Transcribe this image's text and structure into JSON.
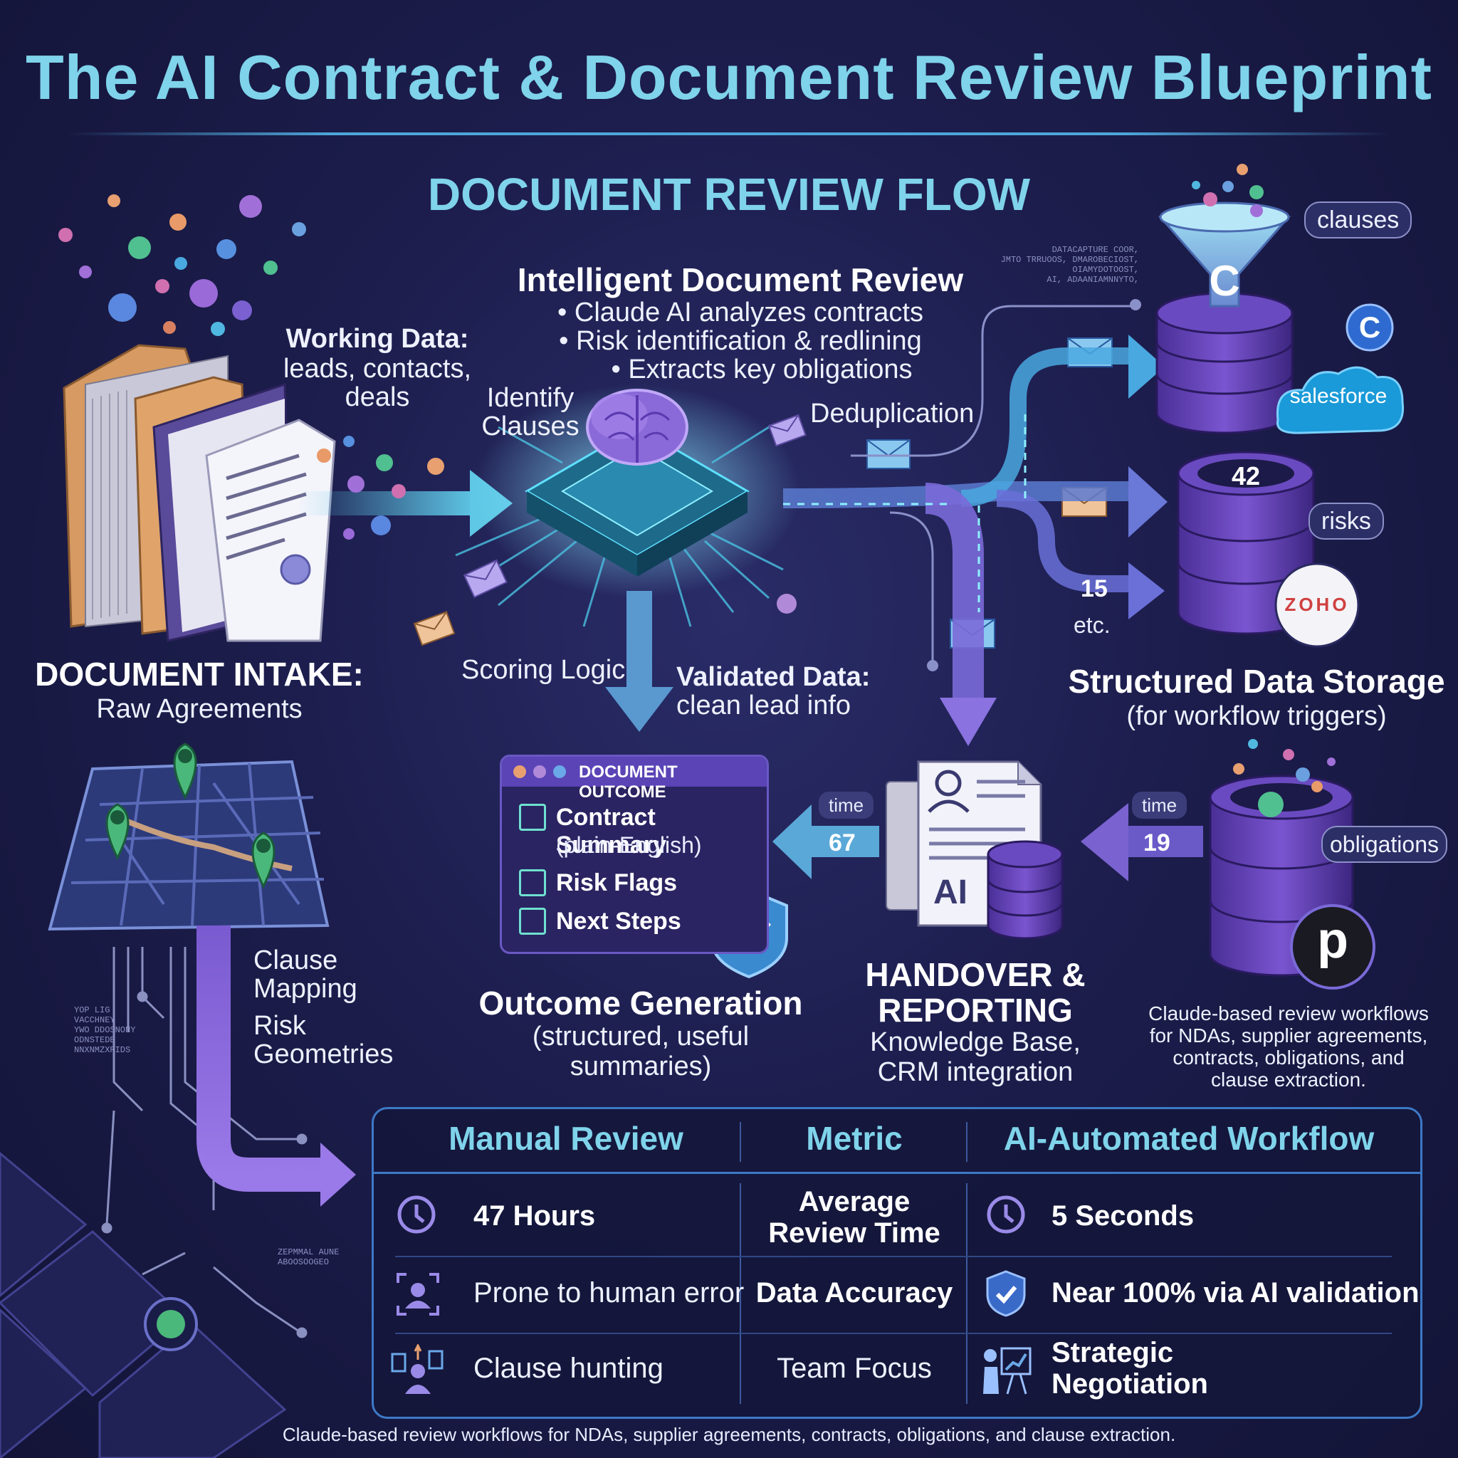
{
  "title": "The AI Contract & Document Review Blueprint",
  "subtitle": "DOCUMENT REVIEW FLOW",
  "intake": {
    "heading": "DOCUMENT INTAKE:",
    "sub": "Raw Agreements",
    "working_data_heading": "Working Data:",
    "working_data_line1": "leads, contacts,",
    "working_data_line2": "deals"
  },
  "review": {
    "heading": "Intelligent Document Review",
    "bullet1": "• Claude AI analyzes contracts",
    "bullet2": "• Risk identification & redlining",
    "bullet3": "• Extracts key obligations",
    "identify_line1": "Identify",
    "identify_line2": "Clauses",
    "dedup": "Deduplication",
    "scoring": "Scoring Logic",
    "validated_heading": "Validated Data:",
    "validated_sub": "clean lead info"
  },
  "tiny_text": {
    "top_line1": "DATACAPTURE COOR,",
    "top_line2": "JMTO TRRUOOS, DMAROBECIOST,",
    "top_line3": "OIAMYDOTOOST,",
    "top_line4": "AI, ADAANIAMNNYTO,",
    "left_line1": "YOP LIG",
    "left_line2": "VACCHNEY",
    "left_line3": "YWO DDOSNONY",
    "left_line4": "ODNSTEDE",
    "left_line5": "NNXNMZXRIDS",
    "mid_line1": "ZEPMMAL AUNE",
    "mid_line2": "ABOOSOOGEO"
  },
  "storage": {
    "tag_clauses": "clauses",
    "tag_risks": "risks",
    "tag_obligations": "obligations",
    "db_value": "42",
    "flow_value": "15",
    "flow_etc": "etc.",
    "heading": "Structured Data Storage",
    "sub": "(for workflow triggers)",
    "logo_c": "C",
    "logo_salesforce": "salesforce",
    "logo_zoho": "ZOHO",
    "logo_p": "p",
    "note_line1": "Claude-based review workflows",
    "note_line2": "for NDAs, supplier agreements,",
    "note_line3": "contracts, obligations, and",
    "note_line4": "clause extraction."
  },
  "time_left": {
    "label": "time",
    "value": "67"
  },
  "time_right": {
    "label": "time",
    "value": "19"
  },
  "outcome": {
    "panel_title": "DOCUMENT OUTCOME",
    "item1": "Contract Summary",
    "item1_sub": "(plain-English)",
    "item2": "Risk Flags",
    "item3": "Next Steps",
    "heading": "Outcome Generation",
    "sub_line1": "(structured, useful",
    "sub_line2": "summaries)"
  },
  "handover": {
    "ai_label": "AI",
    "heading_line1": "HANDOVER &",
    "heading_line2": "REPORTING",
    "sub_line1": "Knowledge Base,",
    "sub_line2": "CRM integration"
  },
  "map": {
    "line1": "Clause",
    "line2": "Mapping",
    "line3": "Risk",
    "line4": "Geometries"
  },
  "comparison": {
    "headers": [
      "Manual Review",
      "Metric",
      "AI-Automated Workflow"
    ],
    "rows": [
      {
        "manual": "47 Hours",
        "metric_line1": "Average",
        "metric_line2": "Review Time",
        "ai_line1": "5 Seconds",
        "ai_line2": ""
      },
      {
        "manual": "Prone to human error",
        "metric_line1": "Data Accuracy",
        "metric_line2": "",
        "ai_line1": "Near 100% via AI validation",
        "ai_line2": ""
      },
      {
        "manual": "Clause hunting",
        "metric_line1": "Team Focus",
        "metric_line2": "",
        "ai_line1": "Strategic",
        "ai_line2": "Negotiation"
      }
    ]
  },
  "footer": "Claude-based review workflows for NDAs, supplier agreements, contracts, obligations, and clause extraction.",
  "colors": {
    "accent_title": "#7fd3ea",
    "panel_purple": "#5a44b6",
    "flow_cyan": "#5ec8e6",
    "check_teal": "#6fe0d0"
  }
}
